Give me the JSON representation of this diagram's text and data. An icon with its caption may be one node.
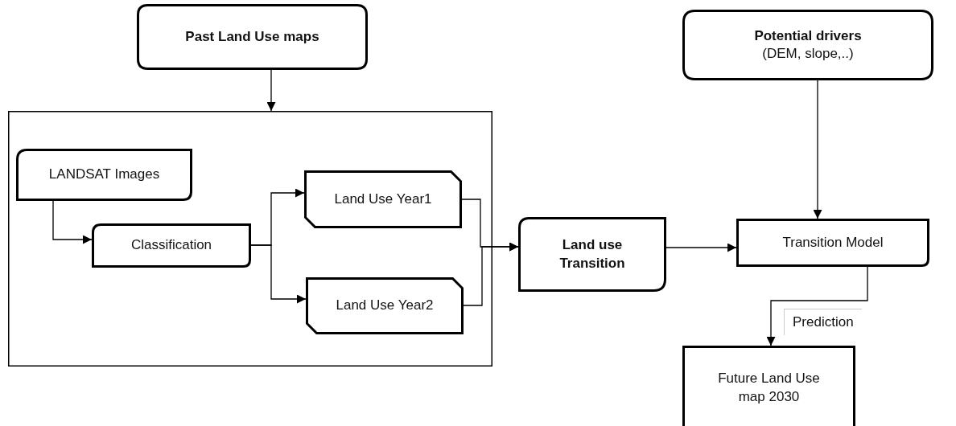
{
  "diagram": {
    "nodes": [
      {
        "text": [
          "Past Land Use maps"
        ]
      },
      {
        "text": [],
        "shape": "box"
      },
      {
        "text": [
          "LANDSAT Images"
        ],
        "in": 1
      },
      {
        "text": [
          "Classification"
        ],
        "in": 1
      },
      {
        "text": [
          "Land Use Year1"
        ],
        "in": 1
      },
      {
        "text": [
          "Land Use Year2"
        ],
        "in": 1
      },
      {
        "text": [
          "Land use Transition"
        ]
      },
      {
        "text": [
          "Potential drivers",
          "(DEM, slope,..)"
        ]
      },
      {
        "text": [
          "Transition Model"
        ]
      },
      {
        "text": [
          "Future Land Use map 2030"
        ]
      }
    ],
    "edges": [
      {
        "from": 0,
        "to": 1,
        "arrow": "to"
      },
      {
        "from": 2,
        "to": 3,
        "arrow": "to"
      },
      {
        "from": 3,
        "to": 4,
        "arrow": "to"
      },
      {
        "from": 3,
        "to": 5,
        "arrow": "to"
      },
      {
        "from": 4,
        "to": 6,
        "arrow": "to"
      },
      {
        "from": 5,
        "to": 6,
        "arrow": "to"
      },
      {
        "from": 6,
        "to": 8,
        "arrow": "to"
      },
      {
        "from": 7,
        "to": 8,
        "arrow": "to"
      },
      {
        "from": 8,
        "to": 9,
        "arrow": "to",
        "label": "Prediction"
      }
    ]
  }
}
